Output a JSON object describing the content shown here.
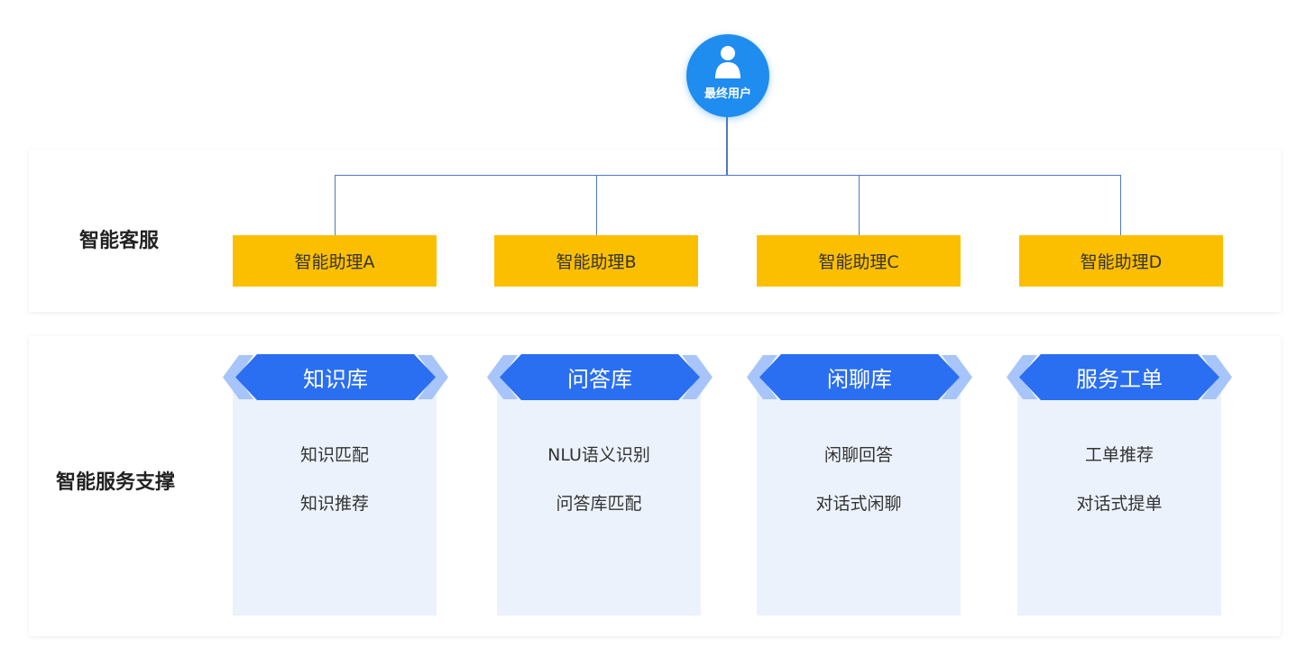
{
  "user": {
    "label": "最终用户"
  },
  "sections": {
    "top": "智能客服",
    "bottom": "智能服务支撑"
  },
  "assistants": [
    "智能助理A",
    "智能助理B",
    "智能助理C",
    "智能助理D"
  ],
  "modules": [
    {
      "title": "知识库",
      "items": [
        "知识匹配",
        "知识推荐"
      ]
    },
    {
      "title": "问答库",
      "items": [
        "NLU语义识别",
        "问答库匹配"
      ]
    },
    {
      "title": "闲聊库",
      "items": [
        "闲聊回答",
        "对话式闲聊"
      ]
    },
    {
      "title": "服务工单",
      "items": [
        "工单推荐",
        "对话式提单"
      ]
    }
  ],
  "colors": {
    "user_node": "#1f8cf0",
    "connector": "#4f78c4",
    "assistant_box": "#fcbf00",
    "module_header": "#2a6ef2",
    "module_header_wing": "#a7c5fa",
    "module_card": "#ecf2fc"
  }
}
